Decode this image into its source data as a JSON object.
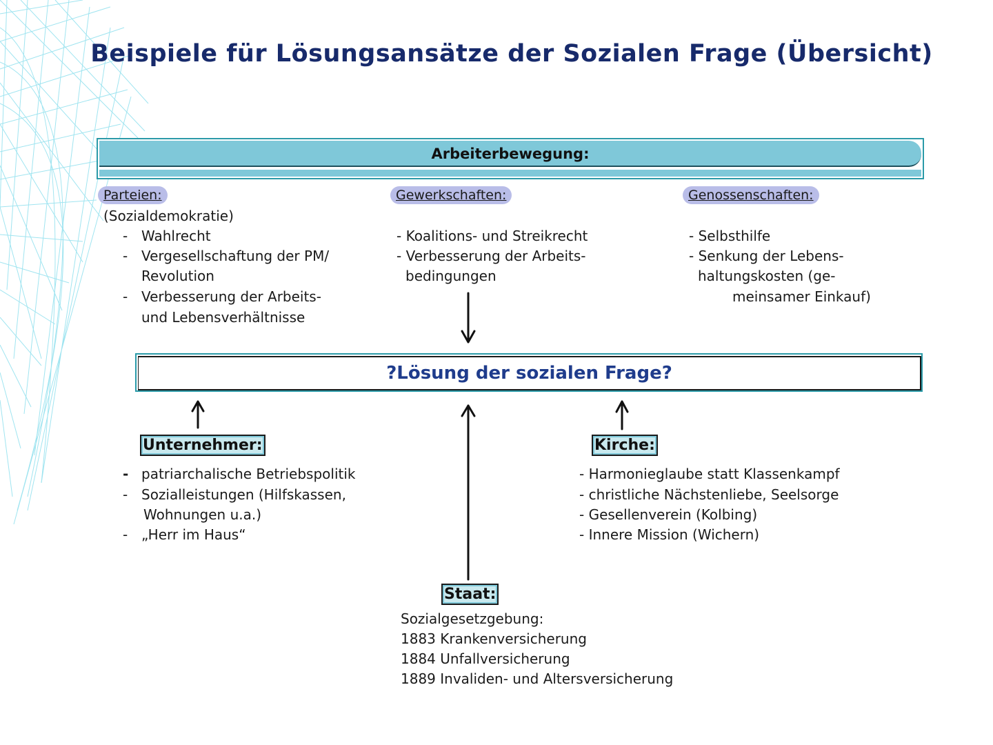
{
  "title": "Beispiele für Lösungsansätze der Sozialen Frage (Übersicht)",
  "banner": "Arbeiterbewegung:",
  "center": "?Lösung der sozialen Frage?",
  "parteien": {
    "label": "Parteien:",
    "sub": "(Sozialdemokratie)",
    "items": [
      "Wahlrecht",
      "Vergesellschaftung der PM/",
      "Revolution",
      "Verbesserung der Arbeits-",
      "und Lebensverhältnisse"
    ]
  },
  "gewerkschaften": {
    "label": "Gewerkschaften:",
    "items": [
      "- Koalitions- und Streikrecht",
      "- Verbesserung der Arbeits-",
      "bedingungen"
    ]
  },
  "genossenschaften": {
    "label": "Genossenschaften:",
    "items": [
      "- Selbsthilfe",
      "- Senkung der Lebens-",
      "haltungskosten (ge-",
      "meinsamer Einkauf)"
    ]
  },
  "unternehmer": {
    "label": "Unternehmer:",
    "items": [
      "patriarchalische Betriebspolitik",
      "Sozialleistungen (Hilfskassen,",
      "Wohnungen u.a.)",
      "„Herr im Haus“"
    ]
  },
  "kirche": {
    "label": "Kirche:",
    "items": [
      "- Harmonieglaube statt Klassenkampf",
      "- christliche Nächstenliebe, Seelsorge",
      "- Gesellenverein (Kolbing)",
      "- Innere Mission (Wichern)"
    ]
  },
  "staat": {
    "label": "Staat:",
    "items": [
      "Sozialgesetzgebung:",
      "1883 Krankenversicherung",
      "1884 Unfallversicherung",
      "1889 Invaliden- und Altersversicherung"
    ]
  },
  "colors": {
    "title": "#172a6b",
    "banner": "#7fc8d9",
    "pill": "#b9bde8",
    "center_text": "#1f3c8c",
    "border": "#2a9aa8"
  }
}
